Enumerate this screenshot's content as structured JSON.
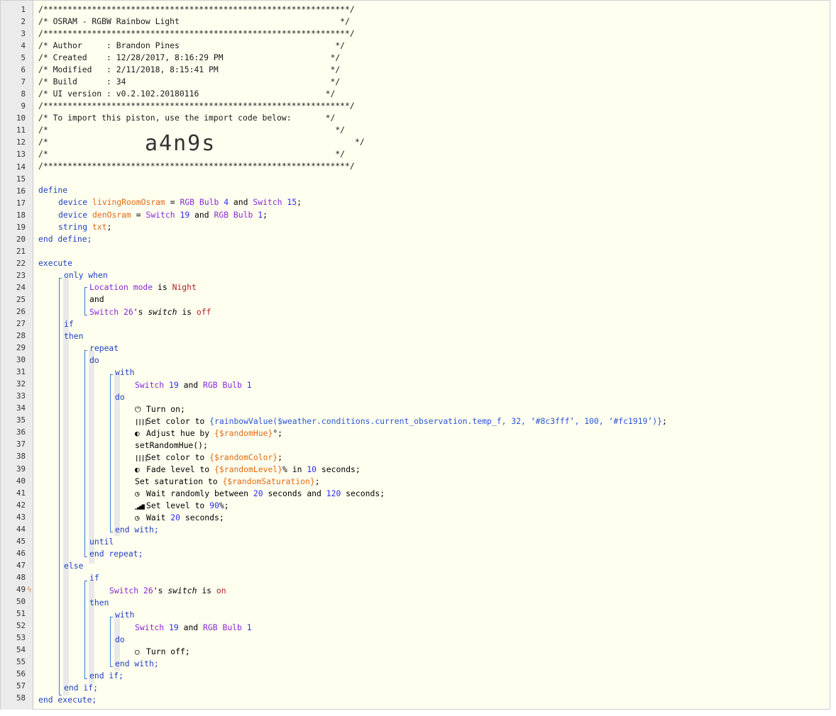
{
  "header": {
    "border": "/***************************************************************/",
    "title": "/* OSRAM - RGBW Rainbow Light                                 */",
    "author": "/* Author     : Brandon Pines                                */",
    "created": "/* Created    : 12/28/2017, 8:16:29 PM                      */",
    "modified": "/* Modified   : 2/11/2018, 8:15:41 PM                       */",
    "build": "/* Build      : 34                                          */",
    "ui_version": "/* UI version : v0.2.102.20180116                          */",
    "import_note": "/* To import this piston, use the import code below:       */",
    "blank": "/*                                                           */",
    "code_prefix": "/*              ",
    "code": "a4n9s",
    "code_suffix": "                              */"
  },
  "kw": {
    "define": "define",
    "device": "device",
    "string": "string",
    "end_define": "end define;",
    "execute": "execute",
    "only_when": "only when",
    "and": "and",
    "if": "if",
    "then": "then",
    "repeat": "repeat",
    "do": "do",
    "with": "with",
    "end_with": "end with;",
    "until": "until",
    "end_repeat": "end repeat;",
    "else": "else",
    "end_if": "end if;",
    "end_execute": "end execute;"
  },
  "defines": {
    "var1": "livingRoomOsram",
    "var2": "denOsram",
    "var3": "txt",
    "eq": " = ",
    "rgb_bulb": "RGB Bulb",
    "switch": "Switch",
    "n4": "4",
    "n15": "15",
    "n19": "19",
    "n1": "1",
    "and": " and ",
    "semi": ";"
  },
  "conditions": {
    "location_mode": "Location mode",
    "is": " is ",
    "night": "Night",
    "switch26": "Switch 26",
    "s_possessive": "'s ",
    "switch_attr": "switch",
    "off": "off",
    "on": "on"
  },
  "devices_line": {
    "switch": "Switch",
    "n19": "19",
    "and": " and ",
    "rgb_bulb": "RGB Bulb",
    "n1": "1"
  },
  "actions": {
    "turn_on": "Turn on;",
    "set_color_prefix": "Set color to ",
    "rainbow_expr": "{rainbowValue($weather.conditions.current_observation.temp_f, 32, ‘#8c3fff’, 100, ‘#fc1919’)}",
    "semi": ";",
    "adjust_hue_prefix": "Adjust hue by ",
    "random_hue": "{$randomHue}",
    "deg_semi": "°;",
    "set_random_hue": "setRandomHue();",
    "random_color": "{$randomColor}",
    "fade_prefix": "Fade level to ",
    "random_level": "{$randomLevel}",
    "pct_in": "% in ",
    "n10": "10",
    "seconds_semi": " seconds;",
    "set_saturation_prefix": "Set saturation to ",
    "random_saturation": "{$randomSaturation}",
    "wait_randomly_prefix": "Wait randomly between ",
    "n20": "20",
    "seconds_and": " seconds and ",
    "n120": "120",
    "set_level_prefix": "Set level to ",
    "n90": "90",
    "pct_semi": "%;",
    "wait_prefix": "Wait ",
    "turn_off": "Turn off;"
  },
  "icons": {
    "power": "⏻",
    "palette": "||||",
    "toggle": "◐",
    "clock": "◷",
    "signal": "▁▃▅▇",
    "off_circle": "○"
  },
  "gutter": {
    "lines": [
      "1",
      "2",
      "3",
      "4",
      "5",
      "6",
      "7",
      "8",
      "9",
      "10",
      "11",
      "12",
      "13",
      "14",
      "15",
      "16",
      "17",
      "18",
      "19",
      "20",
      "21",
      "22",
      "23",
      "24",
      "25",
      "26",
      "27",
      "28",
      "29",
      "30",
      "31",
      "32",
      "33",
      "34",
      "35",
      "36",
      "37",
      "38",
      "39",
      "40",
      "41",
      "42",
      "43",
      "44",
      "45",
      "46",
      "47",
      "48",
      "49",
      "50",
      "51",
      "52",
      "53",
      "54",
      "55",
      "56",
      "57",
      "58"
    ],
    "bolt": "ϟ"
  },
  "colors": {
    "keyword": "#1f3fbf",
    "device": "#8a28d8",
    "variable": "#e06a14",
    "number": "#2c2cf0",
    "value": "#b22222",
    "bracket": "#3a7bd5",
    "background": "#fffff0"
  }
}
